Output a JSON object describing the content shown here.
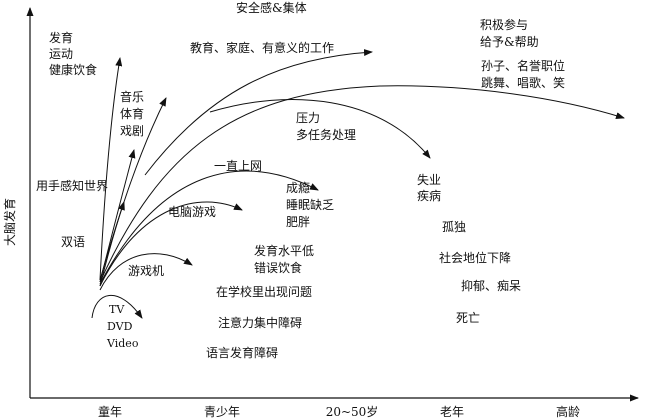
{
  "axes": {
    "y_label": "大脑发育",
    "x_ticks": [
      "童年",
      "青少年",
      "20~50岁",
      "老年",
      "高龄"
    ]
  },
  "labels": {
    "top_center": "安全感&集体",
    "top_right_line1": "积极参与",
    "top_right_line2": "给予&帮助",
    "right_line1": "孙子、名誉职位",
    "right_line2": "跳舞、唱歌、笑",
    "top_left_line1": "发育",
    "top_left_line2": "运动",
    "top_left_line3": "健康饮食",
    "music_line1": "音乐",
    "music_line2": "体育",
    "music_line3": "戏剧",
    "education": "教育、家庭、有意义的工作",
    "pressure_line1": "压力",
    "pressure_line2": "多任务处理",
    "online": "一直上网",
    "hand_world": "用手感知世界",
    "addiction_line1": "成瘾",
    "addiction_line2": "睡眠缺乏",
    "addiction_line3": "肥胖",
    "computer_games": "电脑游戏",
    "unemployment_line1": "失业",
    "unemployment_line2": "疾病",
    "bilingual": "双语",
    "loneliness": "孤独",
    "low_dev_line1": "发育水平低",
    "low_dev_line2": "错误饮食",
    "game_console": "游戏机",
    "status_decline": "社会地位下降",
    "school_problems": "在学校里出现问题",
    "depression": "抑郁、痴呆",
    "tv_line1": "TV",
    "tv_line2": "DVD",
    "tv_line3": "Video",
    "attention": "注意力集中障碍",
    "death": "死亡",
    "language": "语言发育障碍"
  }
}
